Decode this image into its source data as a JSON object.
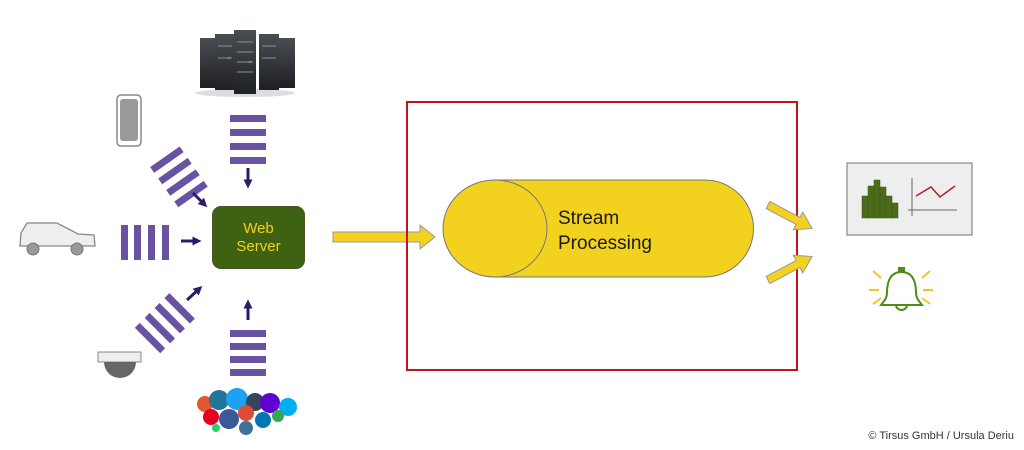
{
  "diagram": {
    "title": "Stream Processing Architecture",
    "web_server": {
      "line1": "Web",
      "line2": "Server"
    },
    "processor": {
      "line1": "Stream",
      "line2": "Processing"
    },
    "sources": [
      {
        "name": "servers",
        "icon": "server-rack-icon",
        "direction": "top"
      },
      {
        "name": "smartphone",
        "icon": "smartphone-icon",
        "direction": "top-left"
      },
      {
        "name": "car",
        "icon": "car-icon",
        "direction": "left"
      },
      {
        "name": "camera",
        "icon": "security-camera-icon",
        "direction": "bottom-left"
      },
      {
        "name": "social-media",
        "icon": "social-media-icons",
        "direction": "bottom"
      }
    ],
    "outputs": [
      {
        "name": "dashboard",
        "icon": "chart-dashboard-icon"
      },
      {
        "name": "alert",
        "icon": "bell-alert-icon"
      }
    ],
    "copyright": "© Tirsus GmbH / Ursula Deriu",
    "colors": {
      "event_bars": "#6a52a3",
      "arrows_dark": "#2e1a6b",
      "web_server_fill": "#3f6212",
      "web_server_text": "#f2d21e",
      "stream_fill": "#f2d21e",
      "boundary": "#c0161a",
      "bell": "#4d8c1a",
      "bell_rays": "#f2c61e",
      "chart_bars": "#4a6b1a",
      "chart_line": "#b22222"
    }
  }
}
